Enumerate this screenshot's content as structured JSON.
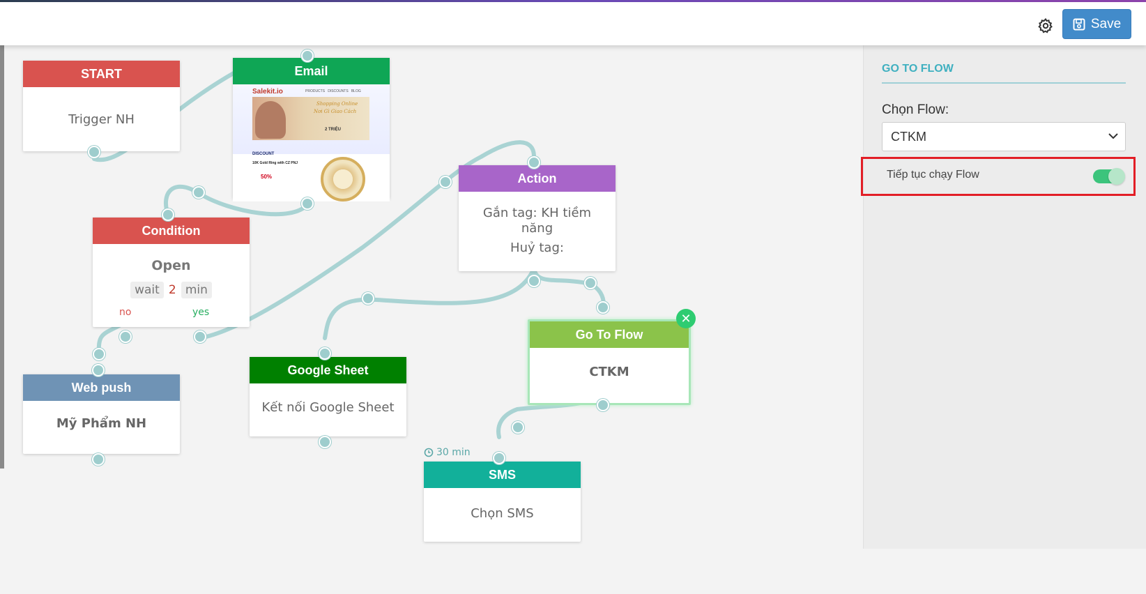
{
  "toolbar": {
    "save_label": "Save",
    "settings_icon": "gear-icon",
    "save_icon": "floppy-disk-icon"
  },
  "nodes": {
    "start": {
      "header": "START",
      "body": "Trigger NH",
      "color": "#d9534f"
    },
    "email": {
      "header": "Email",
      "color": "#0fa655",
      "preview": {
        "brand": "Salekit.io",
        "menu": "PRODUCTS   DISCOUNTS   BLOG",
        "banner_line1": "Shopping Online",
        "banner_line2": "Nơi Gì Giao Cách",
        "banner_price": "2 TRIỆU",
        "discount_title": "DISCOUNT",
        "product": "10K Gold Ring with CZ PNJ",
        "percent": "50%"
      }
    },
    "condition": {
      "header": "Condition",
      "body": "Open",
      "wait_label": "wait",
      "wait_value": "2",
      "wait_unit": "min",
      "no_label": "no",
      "yes_label": "yes",
      "color": "#d9534f"
    },
    "action": {
      "header": "Action",
      "tag_line": "Gắn tag: KH tiềm năng",
      "untag_line": "Huỷ tag:",
      "color": "#a865c9"
    },
    "webpush": {
      "header": "Web push",
      "body": "Mỹ Phẩm NH",
      "color": "#6f93b5"
    },
    "gsheet": {
      "header": "Google Sheet",
      "body": "Kết nối Google Sheet",
      "color": "#008000"
    },
    "gotoflow": {
      "header": "Go To Flow",
      "body": "CTKM",
      "color": "#8bc34a"
    },
    "sms": {
      "header": "SMS",
      "body": "Chọn SMS",
      "timer": "30 min",
      "color": "#12b09a"
    }
  },
  "panel": {
    "title": "GO TO FLOW",
    "flow_label": "Chọn Flow:",
    "flow_value": "CTKM",
    "continue_label": "Tiếp tục chạy Flow",
    "continue_enabled": true
  }
}
